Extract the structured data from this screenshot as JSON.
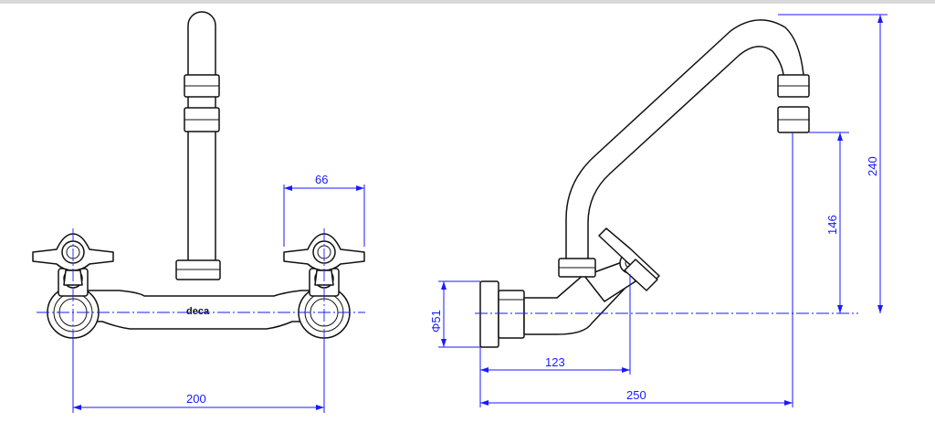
{
  "colors": {
    "outline": "#111111",
    "dimension": "#1a1aff",
    "background": "#ffffff"
  },
  "front_view": {
    "brand_logo": "deca",
    "dim_center_spacing": "200",
    "dim_handle_width": "66"
  },
  "side_view": {
    "dim_flange_diameter": "Φ51",
    "dim_handle_projection": "123",
    "dim_spout_reach": "250",
    "dim_outlet_height": "146",
    "dim_total_height": "240"
  }
}
